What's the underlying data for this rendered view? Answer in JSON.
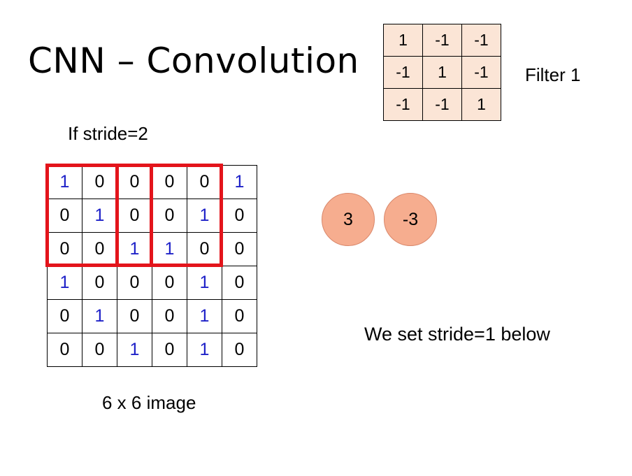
{
  "slide": {
    "title": "CNN – Convolution",
    "filter_label": "Filter 1",
    "stride_label": "If stride=2",
    "image_label": "6 x 6 image",
    "stride_note": "We set stride=1 below"
  },
  "filter": {
    "rows": [
      [
        "1",
        "-1",
        "-1"
      ],
      [
        "-1",
        "1",
        "-1"
      ],
      [
        "-1",
        "-1",
        "1"
      ]
    ],
    "fill_color": "#fbe5d6"
  },
  "image": {
    "rows": [
      [
        "1",
        "0",
        "0",
        "0",
        "0",
        "1"
      ],
      [
        "0",
        "1",
        "0",
        "0",
        "1",
        "0"
      ],
      [
        "0",
        "0",
        "1",
        "1",
        "0",
        "0"
      ],
      [
        "1",
        "0",
        "0",
        "0",
        "1",
        "0"
      ],
      [
        "0",
        "1",
        "0",
        "0",
        "1",
        "0"
      ],
      [
        "0",
        "0",
        "1",
        "0",
        "1",
        "0"
      ]
    ],
    "one_color": "#1f22c8",
    "zero_color": "#000000"
  },
  "windows": {
    "color": "#e3141b",
    "positions": [
      {
        "row": 0,
        "col": 0
      },
      {
        "row": 0,
        "col": 2
      }
    ]
  },
  "outputs": {
    "values": [
      "3",
      "-3"
    ],
    "fill_color": "#f6ad8f"
  }
}
